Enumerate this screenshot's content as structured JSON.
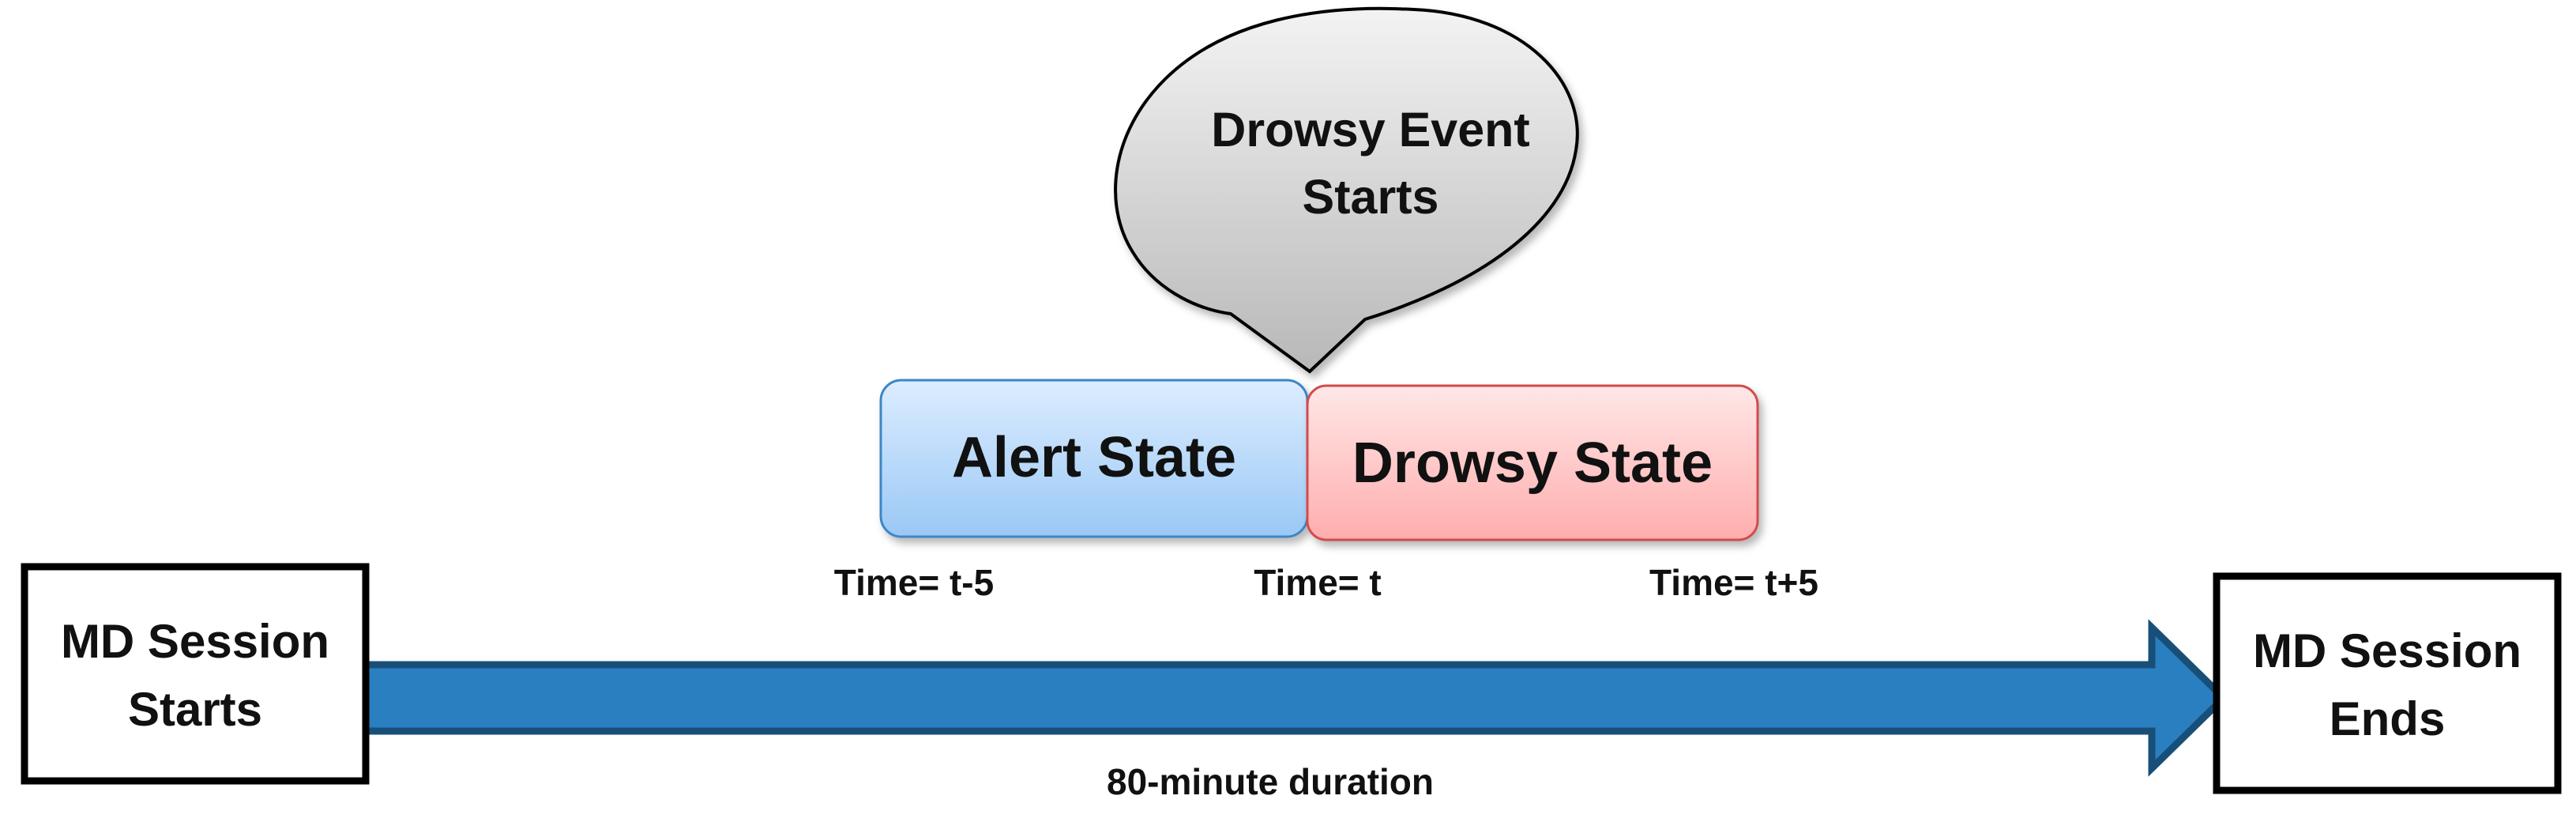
{
  "bubble": {
    "line1": "Drowsy Event",
    "line2": "Starts"
  },
  "states": {
    "alert": "Alert State",
    "drowsy": "Drowsy State"
  },
  "time_labels": {
    "before": "Time= t-5",
    "event": "Time= t",
    "after": "Time= t+5"
  },
  "session": {
    "start_line1": "MD Session",
    "start_line2": "Starts",
    "end_line1": "MD Session",
    "end_line2": "Ends"
  },
  "duration_label": "80-minute duration",
  "colors": {
    "arrow_fill": "#2a7fc0",
    "arrow_stroke": "#184f79",
    "alert_top": "#dcedff",
    "alert_bottom": "#9ac8f5",
    "alert_stroke": "#3d86c6",
    "drowsy_top": "#ffe7e7",
    "drowsy_bottom": "#ffadad",
    "drowsy_stroke": "#d24b4b",
    "bubble_top": "#f3f3f3",
    "bubble_bottom": "#b8b8b8",
    "box_stroke": "#000000"
  }
}
